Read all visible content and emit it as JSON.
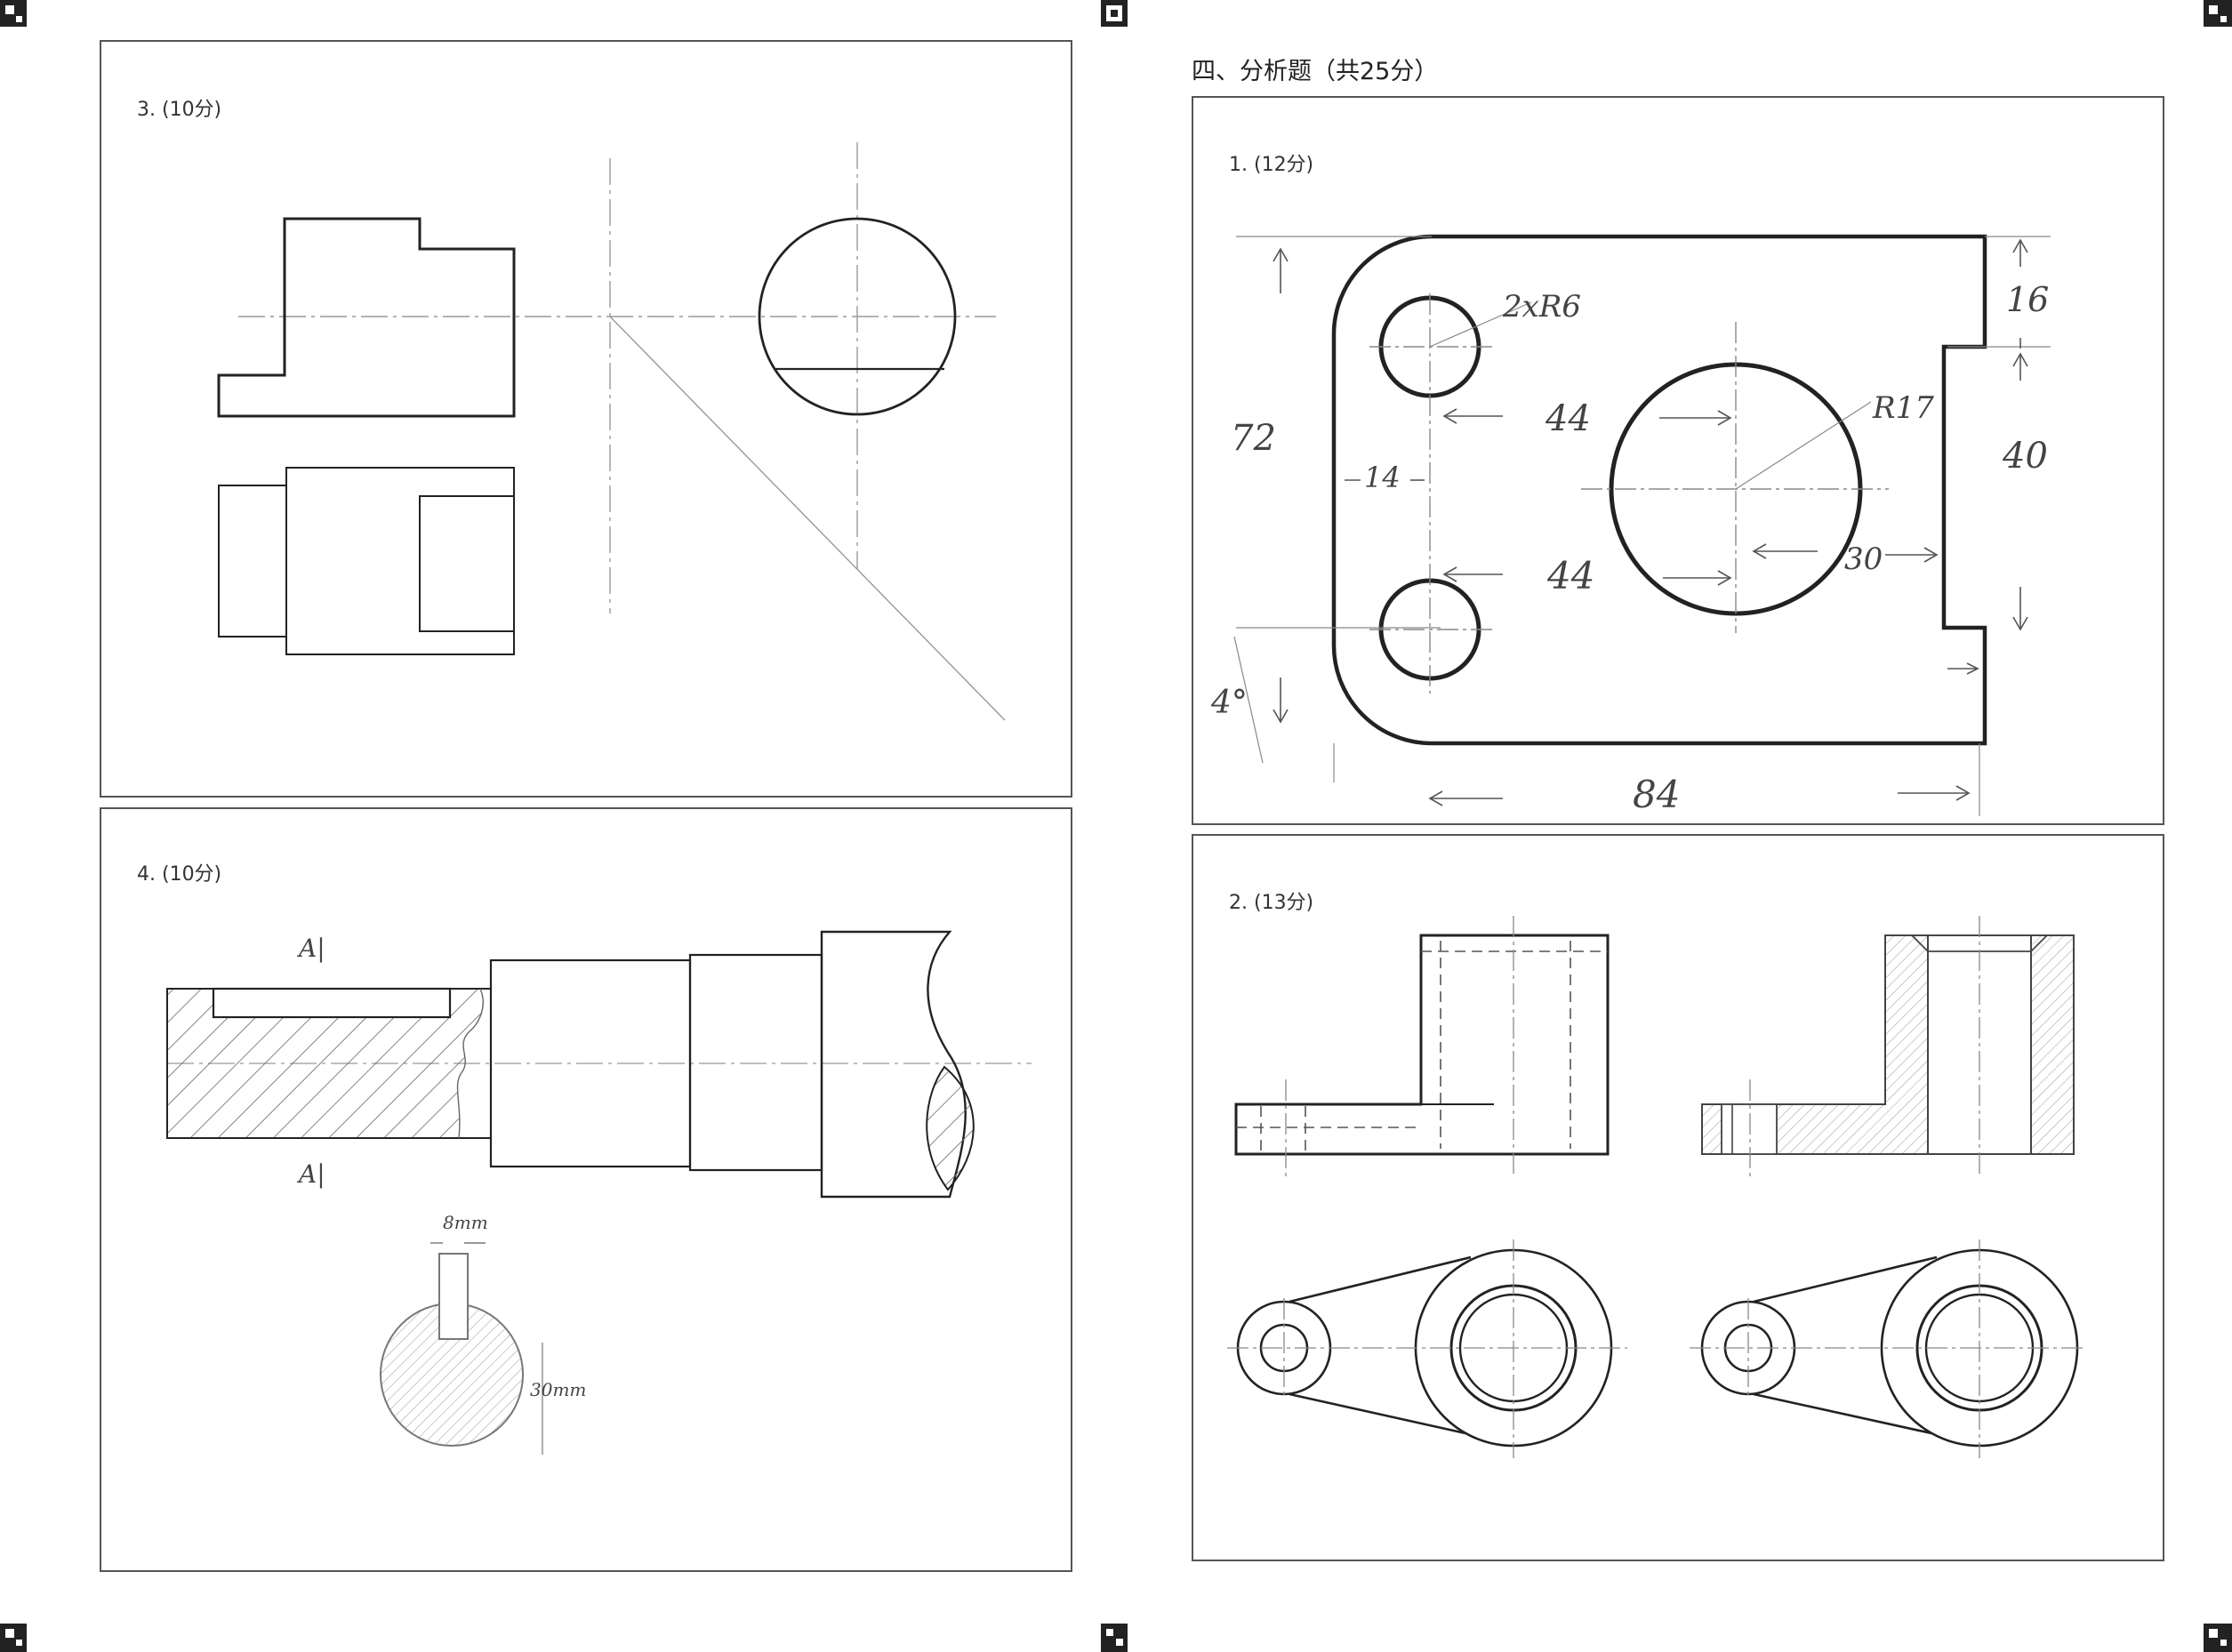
{
  "section": {
    "title": "四、分析题（共25分）"
  },
  "questions": {
    "q3": {
      "label": "3. (10分)"
    },
    "q4": {
      "label": "4. (10分)"
    },
    "a1": {
      "label": "1. (12分)"
    },
    "a2": {
      "label": "2. (13分)"
    }
  },
  "q4_annotations": {
    "section_mark_top": "A|",
    "section_mark_bottom": "A|",
    "key_width": "8mm",
    "key_depth": "30mm"
  },
  "a1_dimensions": {
    "holes": "2xR6",
    "big_radius": "R17",
    "top_gap": "16",
    "height": "72",
    "slot": "40",
    "left_offset": "14",
    "upper_center": "44",
    "lower_center": "44",
    "right_offset": "30",
    "bottom_corner": "4°",
    "width": "84"
  },
  "colors": {
    "line": "#222222",
    "thin": "#777777",
    "hatch": "#666666",
    "panel_border": "#555555"
  }
}
